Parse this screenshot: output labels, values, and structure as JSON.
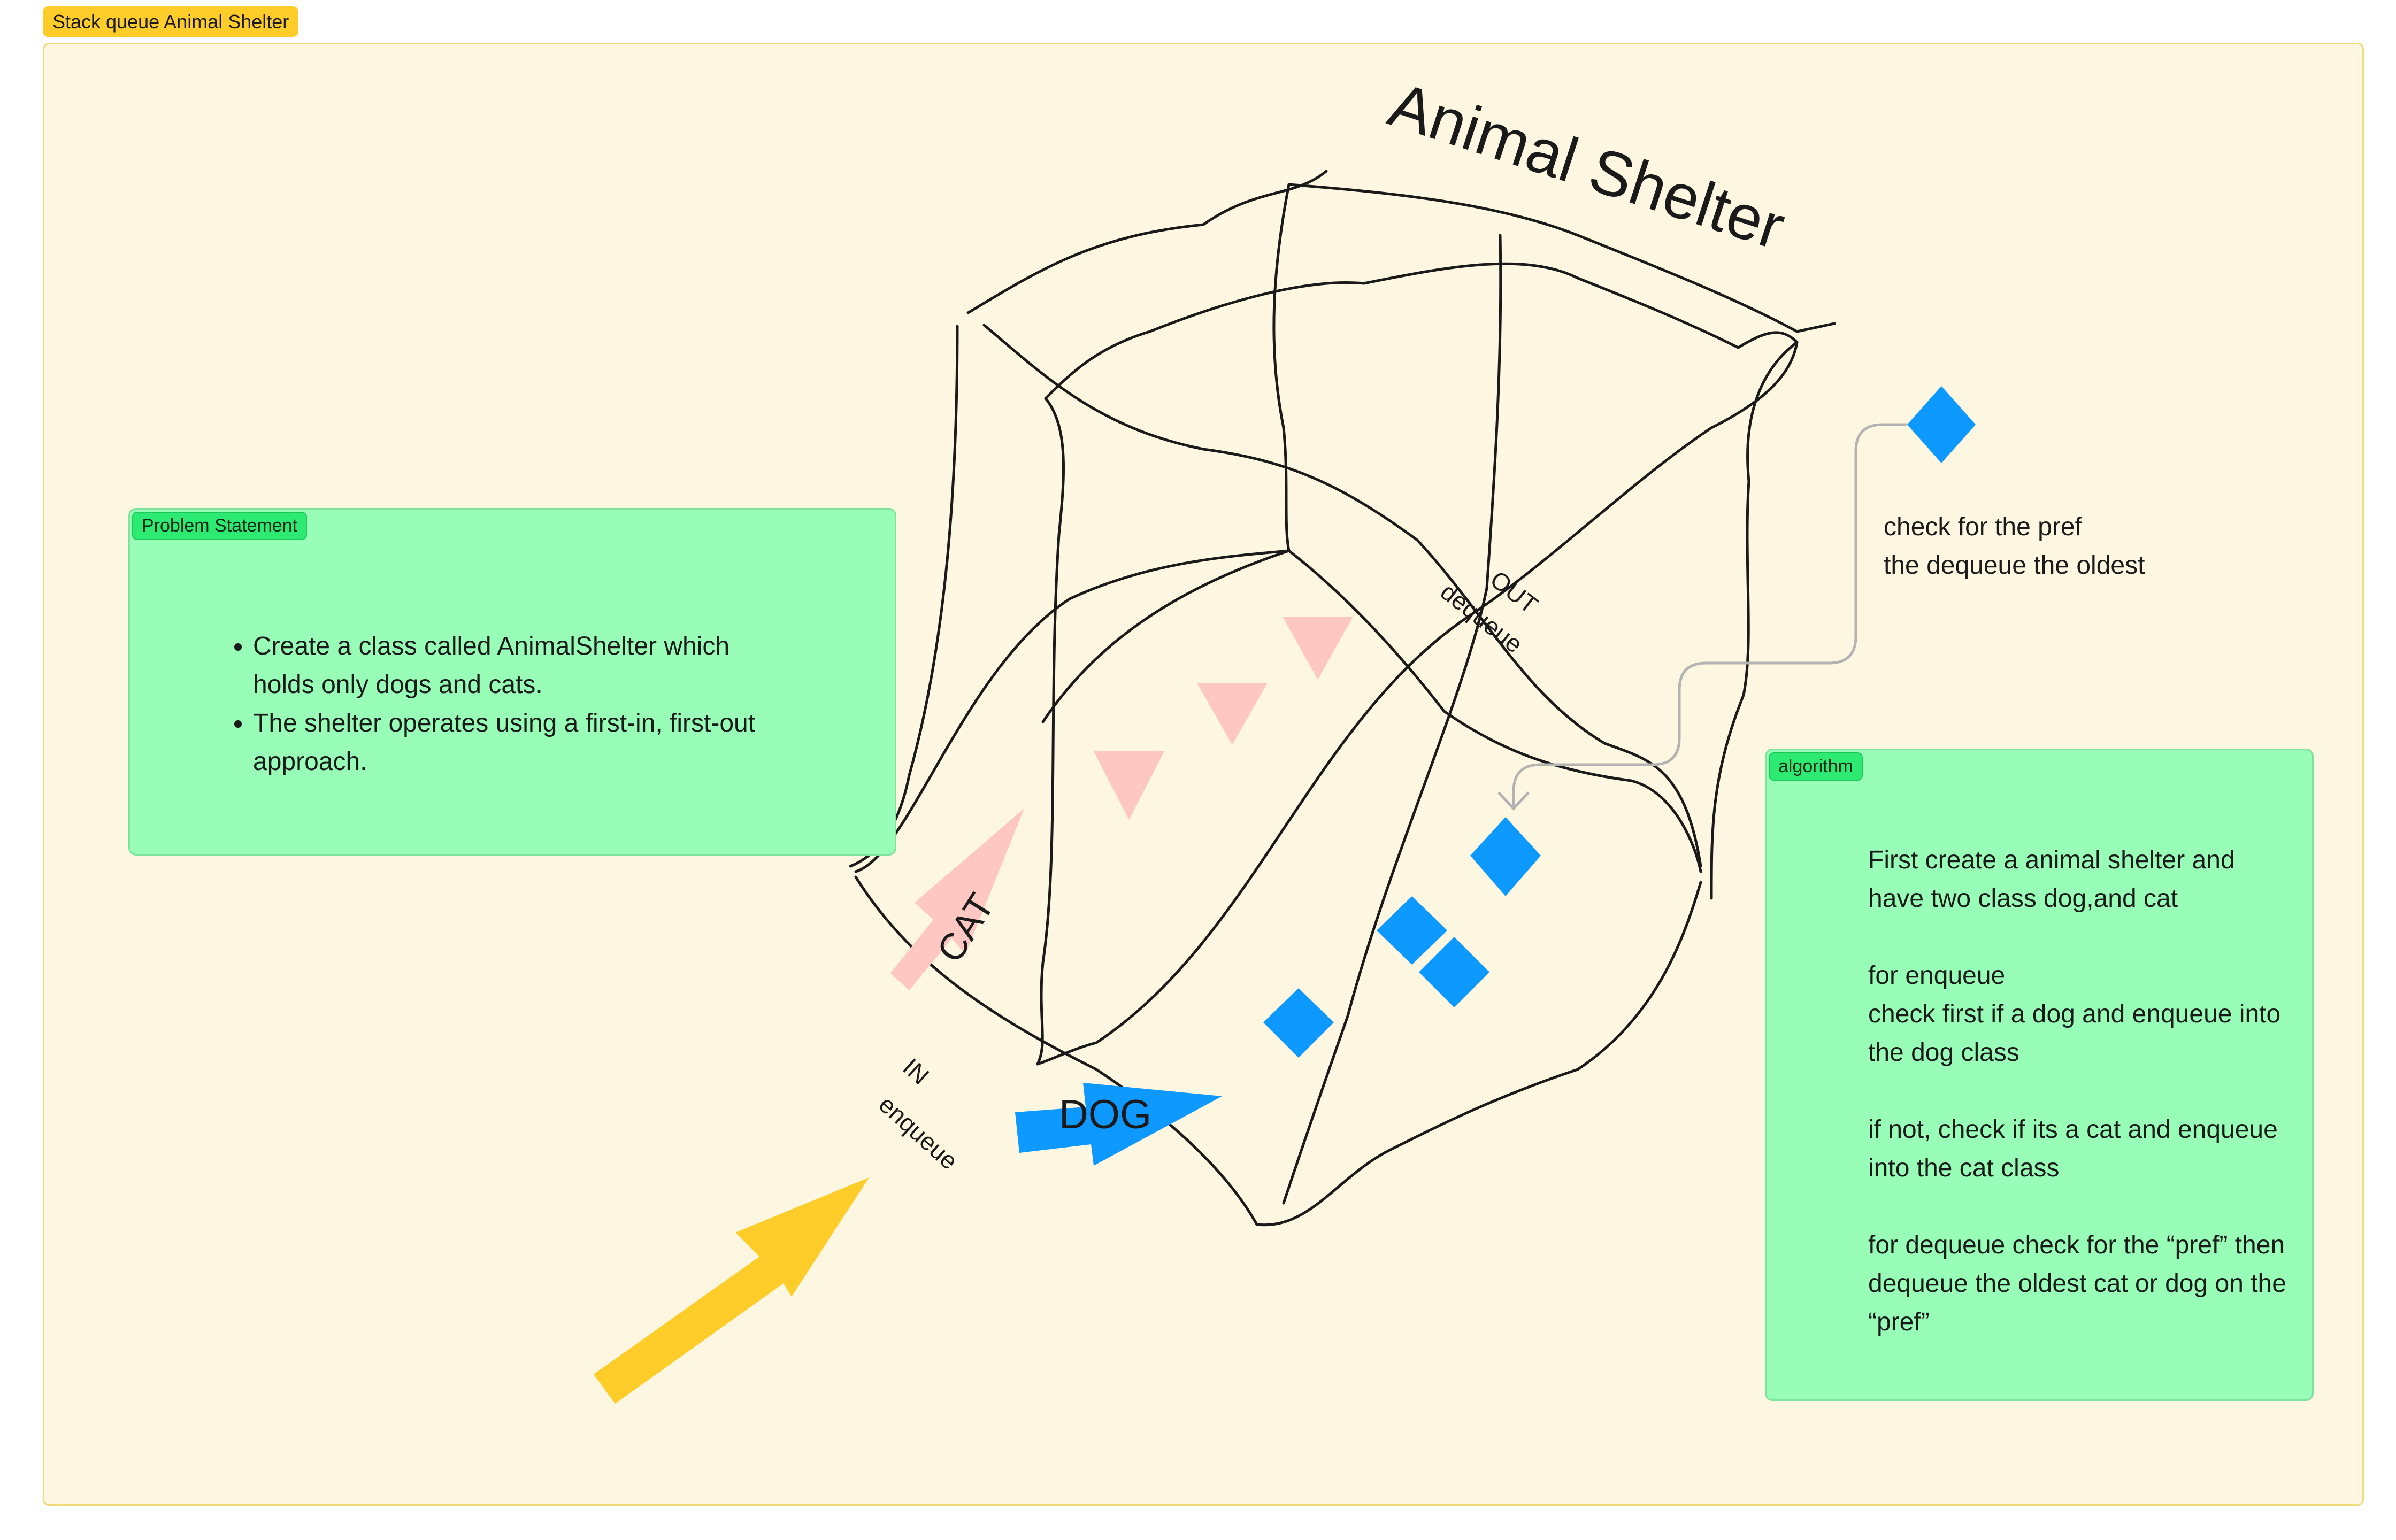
{
  "section": {
    "label": "Stack queue Animal Shelter"
  },
  "diagram": {
    "title": "Animal Shelter",
    "out_label": "OUT",
    "dequeue_label": "dequeue",
    "in_label": "IN",
    "enqueue_label": "enqueue",
    "cat_label": "CAT",
    "dog_label": "DOG"
  },
  "problem_note": {
    "tag": "Problem Statement",
    "bullets": [
      "Create a class called AnimalShelter which holds only dogs and cats.",
      "The shelter operates using a first-in, first-out approach."
    ]
  },
  "pref_note": {
    "text": "check for the pref\nthe dequeue the oldest"
  },
  "algorithm_note": {
    "tag": "algorithm",
    "text": "First create a animal shelter and have two class dog,and cat\n\nfor enqueue\ncheck first if a dog and enqueue into the dog class\n\nif not, check if its a cat and enqueue into the cat class\n\nfor dequeue check for the “pref” then dequeue the oldest cat or dog on the “pref”"
  },
  "colors": {
    "section_fill": "#fdf6e0",
    "section_tag": "#ffcd29",
    "sticky_green": "#98fdb6",
    "tag_green": "#2dea72",
    "cat_pink": "#ffc7c2",
    "dog_blue": "#0d99ff",
    "arrow_yellow": "#ffcd29",
    "connector_gray": "#b3b3b3"
  },
  "icons": [
    "cat-triangle-icon",
    "dog-diamond-icon",
    "yellow-arrow-icon"
  ]
}
